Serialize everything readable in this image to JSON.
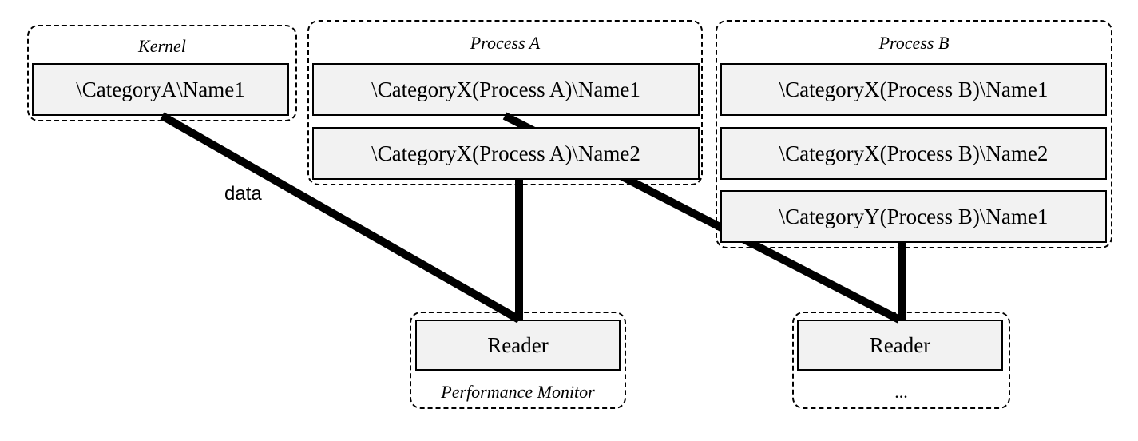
{
  "groups": {
    "kernel": {
      "title": "Kernel",
      "counters": [
        "\\CategoryA\\Name1"
      ]
    },
    "process_a": {
      "title": "Process A",
      "counters": [
        "\\CategoryX(Process A)\\Name1",
        "\\CategoryX(Process A)\\Name2"
      ]
    },
    "process_b": {
      "title": "Process B",
      "counters": [
        "\\CategoryX(Process B)\\Name1",
        "\\CategoryX(Process B)\\Name2",
        "\\CategoryY(Process B)\\Name1"
      ]
    },
    "perfmon": {
      "title": "Performance Monitor",
      "reader": "Reader"
    },
    "other": {
      "title": "...",
      "reader": "Reader"
    }
  },
  "edge_label": "data"
}
